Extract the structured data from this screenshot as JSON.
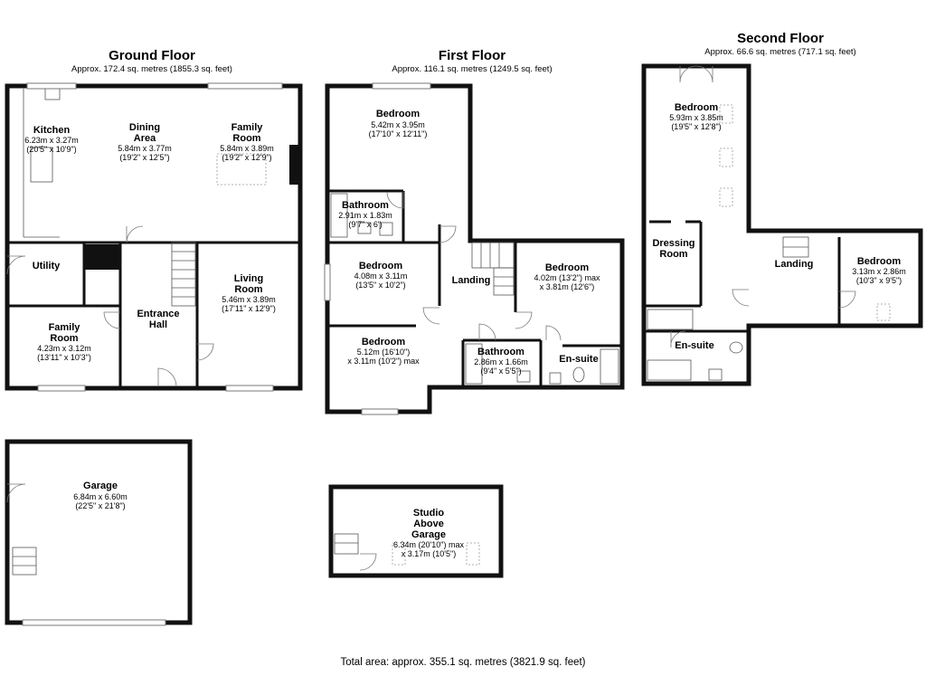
{
  "floors": {
    "ground": {
      "title": "Ground Floor",
      "area": "Approx. 172.4 sq. metres (1855.3 sq. feet)"
    },
    "first": {
      "title": "First Floor",
      "area": "Approx. 116.1 sq. metres (1249.5 sq. feet)"
    },
    "second": {
      "title": "Second Floor",
      "area": "Approx. 66.6 sq. metres (717.1 sq. feet)"
    }
  },
  "rooms": {
    "kitchen": {
      "name": "Kitchen",
      "dim1": "6.23m x 3.27m",
      "dim2": "(20'5\" x 10'9\")"
    },
    "dining": {
      "name1": "Dining",
      "name2": "Area",
      "dim1": "5.84m x 3.77m",
      "dim2": "(19'2\" x 12'5\")"
    },
    "family_gf": {
      "name1": "Family",
      "name2": "Room",
      "dim1": "5.84m x 3.89m",
      "dim2": "(19'2\" x 12'9\")"
    },
    "utility": {
      "name": "Utility"
    },
    "entrance": {
      "name1": "Entrance",
      "name2": "Hall"
    },
    "living": {
      "name1": "Living",
      "name2": "Room",
      "dim1": "5.46m x 3.89m",
      "dim2": "(17'11\" x 12'9\")"
    },
    "family_small": {
      "name1": "Family",
      "name2": "Room",
      "dim1": "4.23m x 3.12m",
      "dim2": "(13'11\" x 10'3\")"
    },
    "garage": {
      "name": "Garage",
      "dim1": "6.84m x 6.60m",
      "dim2": "(22'5\" x 21'8\")"
    },
    "ff_bed1": {
      "name": "Bedroom",
      "dim1": "5.42m x 3.95m",
      "dim2": "(17'10\" x 12'11\")"
    },
    "ff_bath1": {
      "name": "Bathroom",
      "dim1": "2.91m x 1.83m",
      "dim2": "(9'7\" x 6')"
    },
    "ff_bed2": {
      "name": "Bedroom",
      "dim1": "4.08m x 3.11m",
      "dim2": "(13'5\" x 10'2\")"
    },
    "ff_landing": {
      "name": "Landing"
    },
    "ff_bed3": {
      "name": "Bedroom",
      "dim1": "4.02m (13'2\") max",
      "dim2": "x 3.81m (12'6\")"
    },
    "ff_bed4": {
      "name": "Bedroom",
      "dim1": "5.12m (16'10\")",
      "dim2": "x 3.11m (10'2\") max"
    },
    "ff_bath2": {
      "name": "Bathroom",
      "dim1": "2.86m x 1.66m",
      "dim2": "(9'4\" x 5'5\")"
    },
    "ff_ensuite": {
      "name": "En-suite"
    },
    "studio": {
      "name1": "Studio",
      "name2": "Above",
      "name3": "Garage",
      "dim1": "6.34m (20'10\") max",
      "dim2": "x 3.17m (10'5\")"
    },
    "sf_bed1": {
      "name": "Bedroom",
      "dim1": "5.93m x 3.85m",
      "dim2": "(19'5\" x 12'8\")"
    },
    "sf_dressing": {
      "name1": "Dressing",
      "name2": "Room"
    },
    "sf_landing": {
      "name": "Landing"
    },
    "sf_bed2": {
      "name": "Bedroom",
      "dim1": "3.13m x 2.86m",
      "dim2": "(10'3\" x 9'5\")"
    },
    "sf_ensuite": {
      "name": "En-suite"
    }
  },
  "total": "Total area: approx. 355.1 sq. metres (3821.9 sq. feet)"
}
